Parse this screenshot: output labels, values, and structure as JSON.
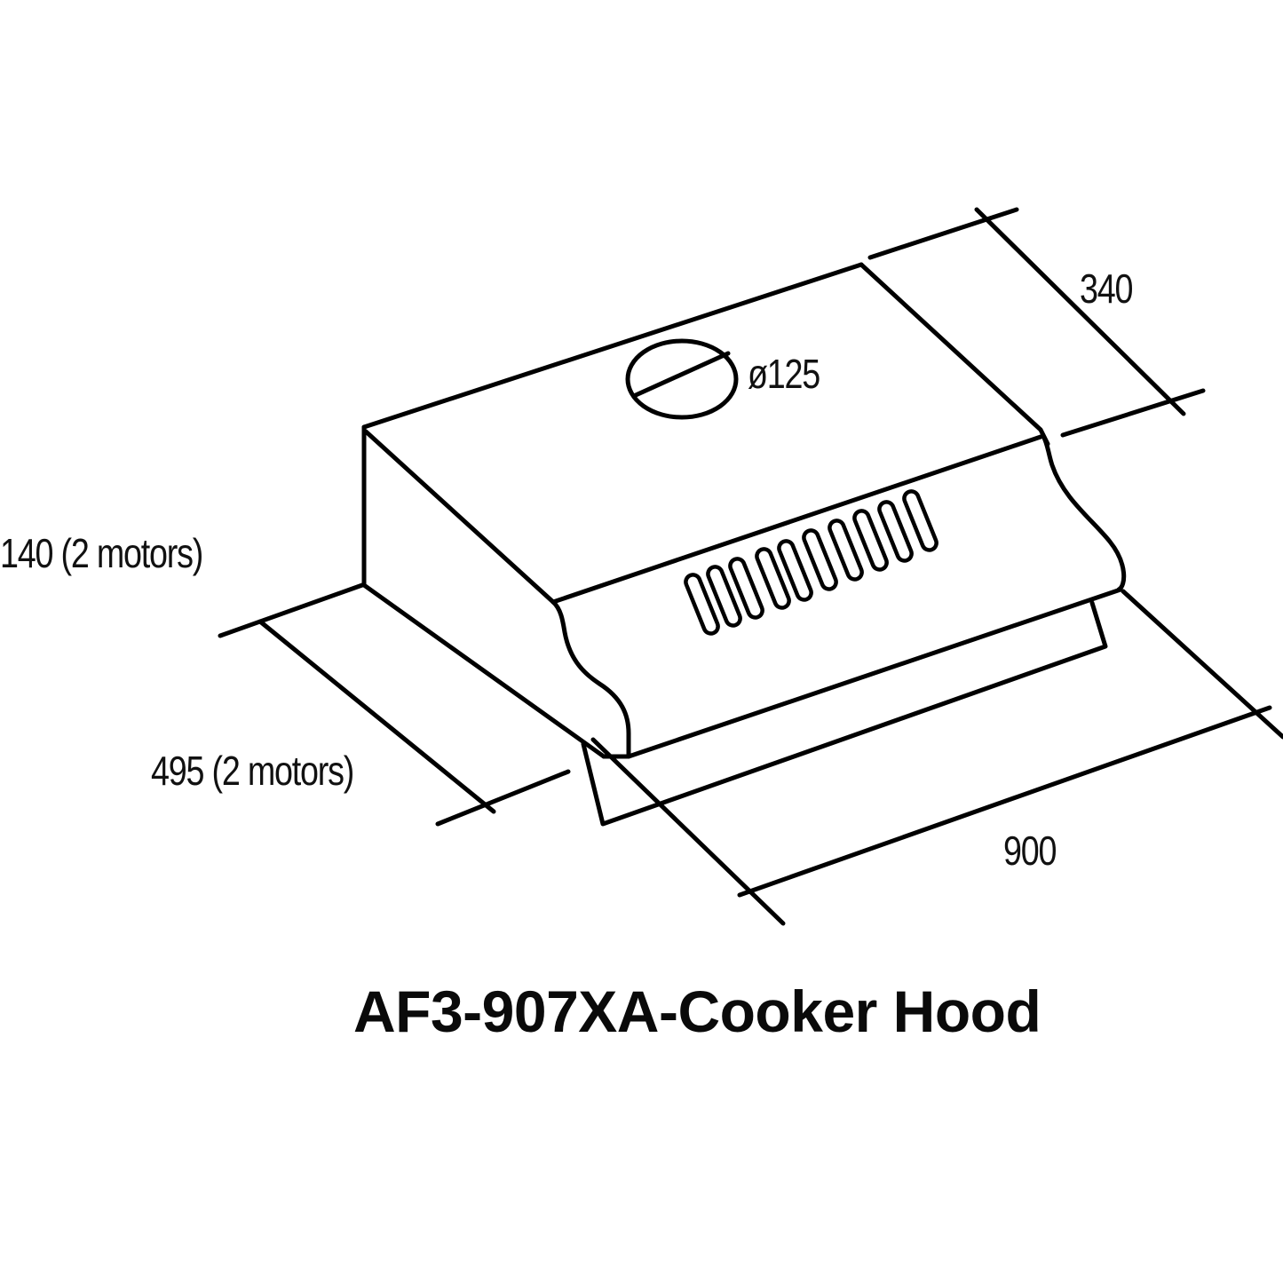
{
  "drawing": {
    "subject": "cooker-hood",
    "line_color": "#000000",
    "background_color": "#ffffff",
    "vent_slot_count": 11
  },
  "dimensions": {
    "height_label": "140 (2 motors)",
    "depth_extended_label": "495 (2 motors)",
    "depth_label": "340",
    "width_label": "900",
    "duct_diameter_label": "ø125"
  },
  "title": "AF3-907XA-Cooker Hood"
}
